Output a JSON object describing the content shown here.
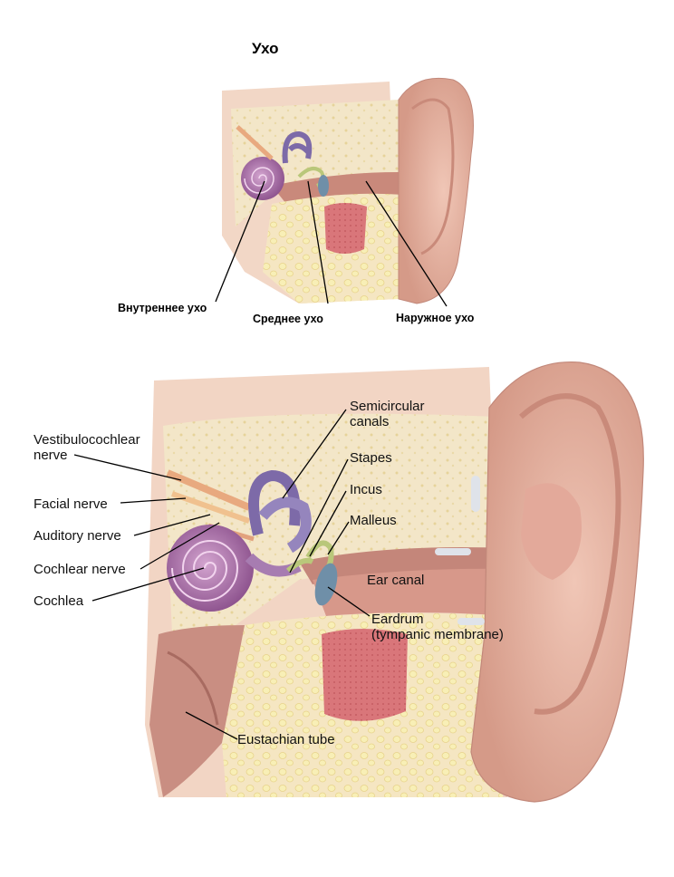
{
  "title": "Ухо",
  "top_diagram": {
    "labels": {
      "inner_ear": "Внутреннее ухо",
      "middle_ear": "Среднее ухо",
      "outer_ear": "Наружное ухо"
    }
  },
  "bottom_diagram": {
    "labels": {
      "vestibulocochlear_1": "Vestibulocochlear",
      "vestibulocochlear_2": "nerve",
      "facial_nerve": "Facial nerve",
      "auditory_nerve": "Auditory nerve",
      "cochlear_nerve": "Cochlear nerve",
      "cochlea": "Cochlea",
      "semicircular_1": "Semicircular",
      "semicircular_2": "canals",
      "stapes": "Stapes",
      "incus": "Incus",
      "malleus": "Malleus",
      "ear_canal": "Ear canal",
      "eardrum_1": "Eardrum",
      "eardrum_2": "(tympanic membrane)",
      "eustachian_tube": "Eustachian tube"
    }
  },
  "colors": {
    "skin": "#e9b7a6",
    "skin_dark": "#c98a7a",
    "tissue": "#f3d9c9",
    "bone": "#f4e9c8",
    "canal_wall": "#d99a8c",
    "cochlea": "#a86fa6",
    "semicircular": "#7d6aa8",
    "ossicles": "#b9c77a",
    "eardrum": "#6f8fa8",
    "gland": "#d9767a"
  }
}
